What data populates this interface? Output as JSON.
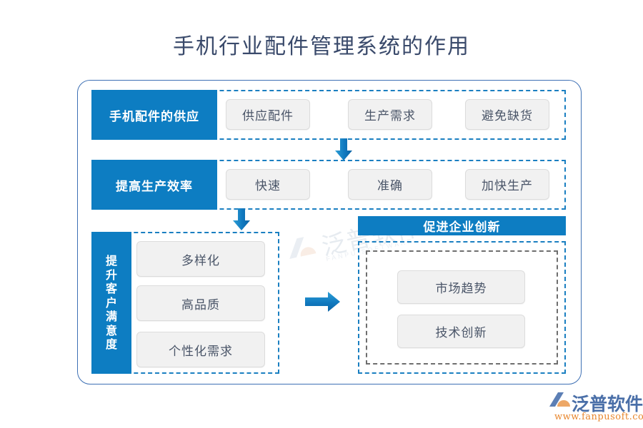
{
  "page": {
    "title": "手机行业配件管理系统的作用",
    "title_color": "#3a4a6b",
    "accent_blue": "#0d7dc2",
    "frame_blue": "#3e70b4",
    "box_gray": "#f1f1f1"
  },
  "sections": [
    {
      "id": "supply",
      "label": "手机配件的供应",
      "items": [
        "供应配件",
        "生产需求",
        "避免缺货"
      ]
    },
    {
      "id": "efficiency",
      "label": "提高生产效率",
      "items": [
        "快速",
        "准确",
        "加快生产"
      ]
    },
    {
      "id": "satisfaction",
      "label": "提升客户满意度",
      "label_chars": [
        "提",
        "升",
        "客",
        "户",
        "满",
        "意",
        "度"
      ],
      "items": [
        "多样化",
        "高品质",
        "个性化需求"
      ]
    },
    {
      "id": "innovation",
      "label": "促进企业创新",
      "items": [
        "市场趋势",
        "技术创新"
      ]
    }
  ],
  "arrows": [
    {
      "name": "arrow-down-supply-to-efficiency",
      "direction": "down"
    },
    {
      "name": "arrow-down-efficiency-to-satisfaction",
      "direction": "down"
    },
    {
      "name": "arrow-right-satisfaction-to-innovation",
      "direction": "right"
    }
  ],
  "watermark": {
    "text": "泛普软件",
    "subtext": "FANPU SOFTWARE"
  },
  "logo": {
    "name": "泛普软件",
    "url": "www.fanpusoft.com",
    "url_color": "#e8862c",
    "name_color": "#4a6fa8"
  }
}
